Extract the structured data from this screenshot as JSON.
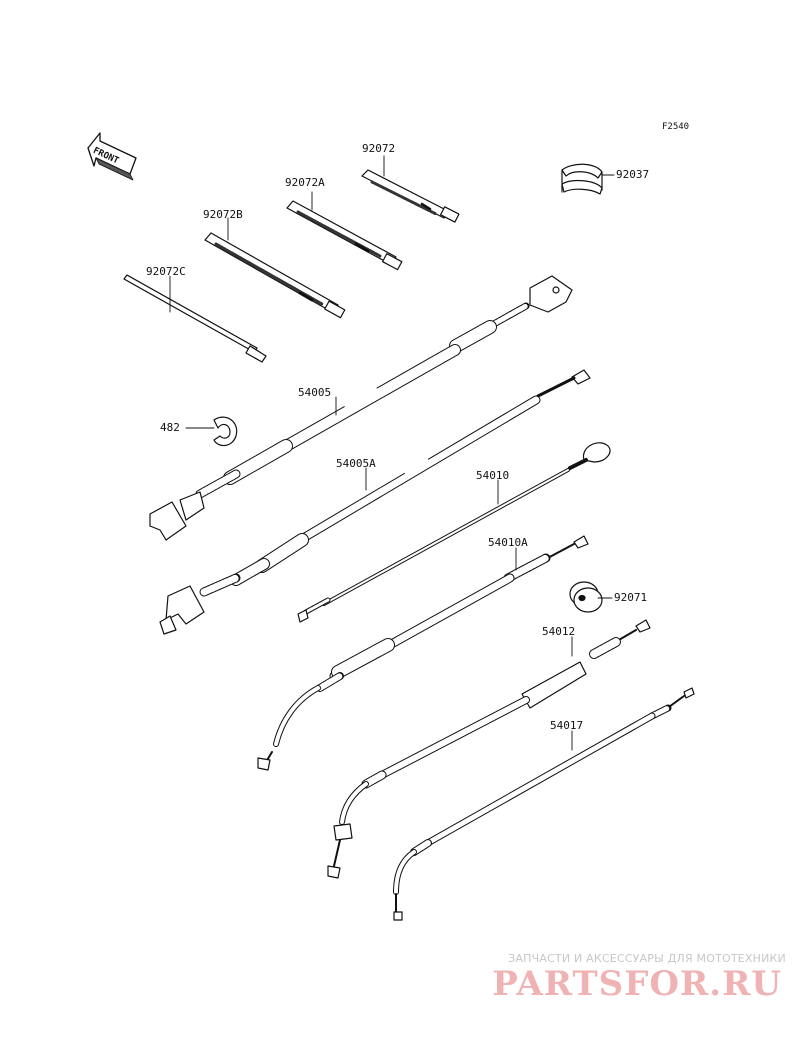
{
  "figure_code": "F2540",
  "front_label": "FRONT",
  "parts": [
    {
      "id": "p92072",
      "number": "92072"
    },
    {
      "id": "p92072A",
      "number": "92072A"
    },
    {
      "id": "p92072B",
      "number": "92072B"
    },
    {
      "id": "p92072C",
      "number": "92072C"
    },
    {
      "id": "p92037",
      "number": "92037"
    },
    {
      "id": "p54005",
      "number": "54005"
    },
    {
      "id": "p482",
      "number": "482"
    },
    {
      "id": "p54005A",
      "number": "54005A"
    },
    {
      "id": "p54010",
      "number": "54010"
    },
    {
      "id": "p54010A",
      "number": "54010A"
    },
    {
      "id": "p92071",
      "number": "92071"
    },
    {
      "id": "p54012",
      "number": "54012"
    },
    {
      "id": "p54017",
      "number": "54017"
    }
  ],
  "watermark": {
    "tagline": "ЗАПЧАСТИ И АКСЕССУАРЫ ДЛЯ МОТОТЕХНИКИ",
    "brand": "PARTSFOR.RU",
    "color": "#e89a9a"
  }
}
